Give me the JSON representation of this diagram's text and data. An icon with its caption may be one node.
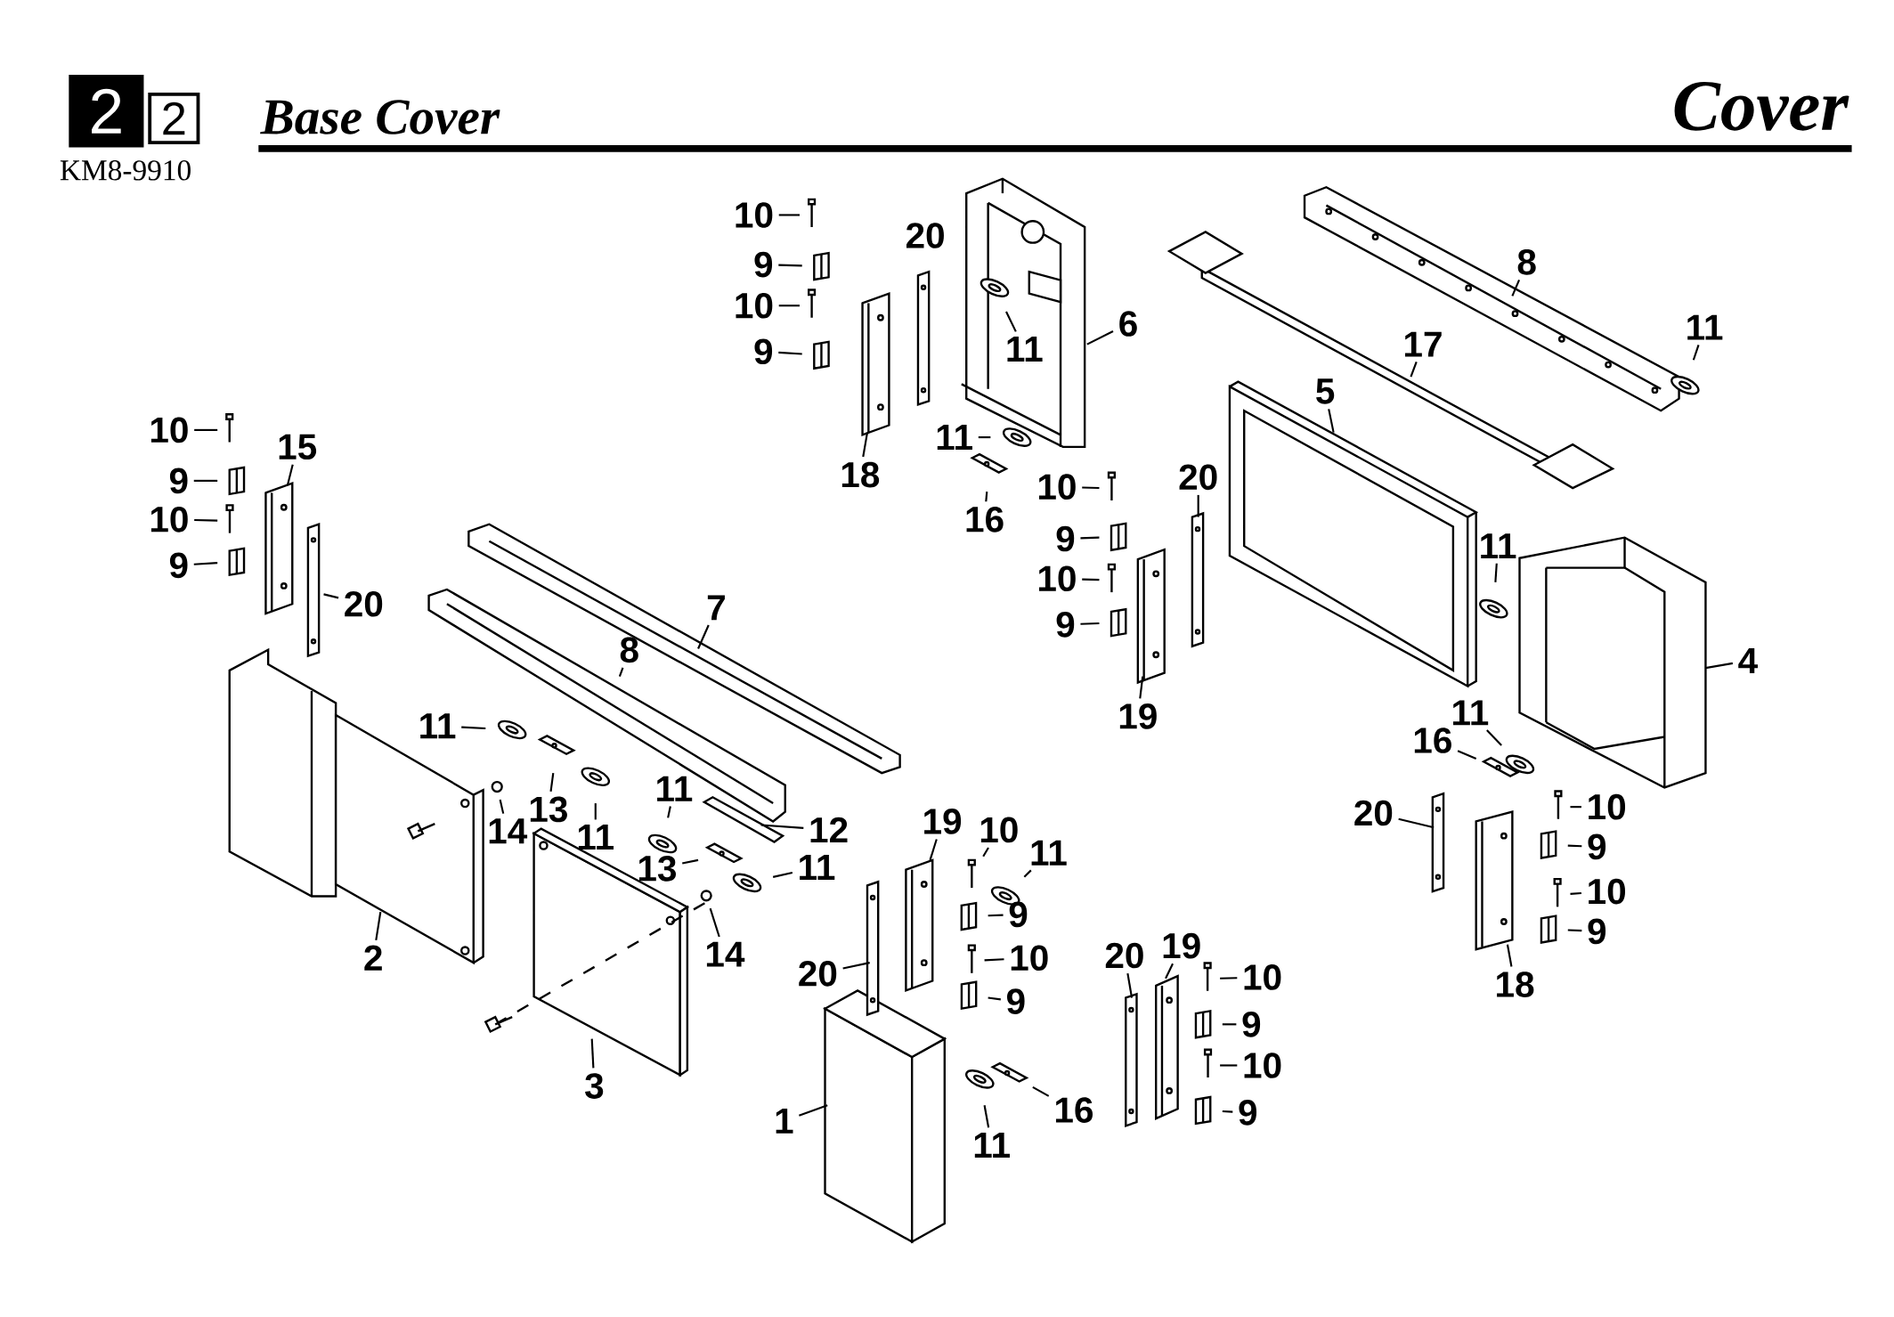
{
  "diagram": {
    "title": "Base Cover",
    "nodes": [
      {
        "text": [
          "10"
        ]
      },
      {
        "text": [
          "9"
        ]
      },
      {
        "text": [
          "10"
        ]
      },
      {
        "text": [
          "9"
        ]
      },
      {
        "text": [
          "20"
        ]
      },
      {
        "text": [
          "18"
        ]
      },
      {
        "text": [
          "11"
        ]
      },
      {
        "text": [
          "6"
        ]
      },
      {
        "text": [
          "8"
        ]
      },
      {
        "text": [
          "11"
        ]
      },
      {
        "text": [
          "17"
        ]
      },
      {
        "text": [
          "5"
        ]
      },
      {
        "text": [
          "11"
        ]
      },
      {
        "text": [
          "16"
        ]
      },
      {
        "text": [
          "10"
        ]
      },
      {
        "text": [
          "9"
        ]
      },
      {
        "text": [
          "10"
        ]
      },
      {
        "text": [
          "9"
        ]
      },
      {
        "text": [
          "20"
        ]
      },
      {
        "text": [
          "19"
        ]
      },
      {
        "text": [
          "11"
        ]
      },
      {
        "text": [
          "4"
        ]
      },
      {
        "text": [
          "10"
        ]
      },
      {
        "text": [
          "15"
        ]
      },
      {
        "text": [
          "9"
        ]
      },
      {
        "text": [
          "10"
        ]
      },
      {
        "text": [
          "9"
        ]
      },
      {
        "text": [
          "20"
        ]
      },
      {
        "text": [
          "7"
        ]
      },
      {
        "text": [
          "8"
        ]
      },
      {
        "text": [
          "11"
        ]
      },
      {
        "text": [
          "13"
        ]
      },
      {
        "text": [
          "14"
        ]
      },
      {
        "text": [
          "11"
        ]
      },
      {
        "text": [
          "11"
        ]
      },
      {
        "text": [
          "12"
        ]
      },
      {
        "text": [
          "13"
        ]
      },
      {
        "text": [
          "11"
        ]
      },
      {
        "text": [
          "14"
        ]
      },
      {
        "text": [
          "2"
        ]
      },
      {
        "text": [
          "3"
        ]
      },
      {
        "text": [
          "19"
        ]
      },
      {
        "text": [
          "10"
        ]
      },
      {
        "text": [
          "11"
        ]
      },
      {
        "text": [
          "9"
        ]
      },
      {
        "text": [
          "10"
        ]
      },
      {
        "text": [
          "9"
        ]
      },
      {
        "text": [
          "20"
        ]
      },
      {
        "text": [
          "1"
        ]
      },
      {
        "text": [
          "16"
        ]
      },
      {
        "text": [
          "11"
        ]
      },
      {
        "text": [
          "20"
        ]
      },
      {
        "text": [
          "19"
        ]
      },
      {
        "text": [
          "10"
        ]
      },
      {
        "text": [
          "9"
        ]
      },
      {
        "text": [
          "10"
        ]
      },
      {
        "text": [
          "9"
        ]
      },
      {
        "text": [
          "11"
        ]
      },
      {
        "text": [
          "16"
        ]
      },
      {
        "text": [
          "20"
        ]
      },
      {
        "text": [
          "10"
        ]
      },
      {
        "text": [
          "9"
        ]
      },
      {
        "text": [
          "10"
        ]
      },
      {
        "text": [
          "9"
        ]
      },
      {
        "text": [
          "18"
        ]
      }
    ],
    "edges": [
      {
        "from": 0,
        "to": null,
        "arrow": "none"
      },
      {
        "from": 1,
        "to": null,
        "arrow": "none"
      },
      {
        "from": 2,
        "to": null,
        "arrow": "none"
      },
      {
        "from": 3,
        "to": null,
        "arrow": "none"
      },
      {
        "from": 5,
        "to": null,
        "arrow": "none"
      },
      {
        "from": 6,
        "to": null,
        "arrow": "none"
      },
      {
        "from": 7,
        "to": null,
        "arrow": "none"
      },
      {
        "from": 8,
        "to": null,
        "arrow": "none"
      },
      {
        "from": 9,
        "to": null,
        "arrow": "none"
      },
      {
        "from": 10,
        "to": null,
        "arrow": "none"
      },
      {
        "from": 11,
        "to": null,
        "arrow": "none"
      },
      {
        "from": 12,
        "to": null,
        "arrow": "none"
      },
      {
        "from": 13,
        "to": null,
        "arrow": "none"
      },
      {
        "from": 14,
        "to": null,
        "arrow": "none"
      },
      {
        "from": 15,
        "to": null,
        "arrow": "none"
      },
      {
        "from": 16,
        "to": null,
        "arrow": "none"
      },
      {
        "from": 17,
        "to": null,
        "arrow": "none"
      },
      {
        "from": 18,
        "to": null,
        "arrow": "none"
      },
      {
        "from": 19,
        "to": null,
        "arrow": "none"
      },
      {
        "from": 20,
        "to": null,
        "arrow": "none"
      },
      {
        "from": 21,
        "to": null,
        "arrow": "none"
      },
      {
        "from": 22,
        "to": null,
        "arrow": "none"
      },
      {
        "from": 23,
        "to": null,
        "arrow": "none"
      },
      {
        "from": 24,
        "to": null,
        "arrow": "none"
      },
      {
        "from": 25,
        "to": null,
        "arrow": "none"
      },
      {
        "from": 26,
        "to": null,
        "arrow": "none"
      },
      {
        "from": 27,
        "to": null,
        "arrow": "none"
      },
      {
        "from": 28,
        "to": null,
        "arrow": "none"
      },
      {
        "from": 29,
        "to": null,
        "arrow": "none"
      },
      {
        "from": 30,
        "to": null,
        "arrow": "none"
      },
      {
        "from": 31,
        "to": null,
        "arrow": "none"
      },
      {
        "from": 32,
        "to": null,
        "arrow": "none"
      },
      {
        "from": 33,
        "to": null,
        "arrow": "none"
      },
      {
        "from": 34,
        "to": null,
        "arrow": "none"
      },
      {
        "from": 35,
        "to": null,
        "arrow": "none"
      },
      {
        "from": 36,
        "to": null,
        "arrow": "none"
      },
      {
        "from": 37,
        "to": null,
        "arrow": "none"
      },
      {
        "from": 38,
        "to": null,
        "arrow": "none"
      },
      {
        "from": 39,
        "to": null,
        "arrow": "none"
      },
      {
        "from": 40,
        "to": null,
        "arrow": "none"
      },
      {
        "from": 41,
        "to": null,
        "arrow": "none"
      },
      {
        "from": 42,
        "to": null,
        "arrow": "none"
      },
      {
        "from": 43,
        "to": null,
        "arrow": "none"
      },
      {
        "from": 44,
        "to": null,
        "arrow": "none"
      },
      {
        "from": 45,
        "to": null,
        "arrow": "none"
      },
      {
        "from": 46,
        "to": null,
        "arrow": "none"
      },
      {
        "from": 47,
        "to": null,
        "arrow": "none"
      },
      {
        "from": 48,
        "to": null,
        "arrow": "none"
      },
      {
        "from": 49,
        "to": null,
        "arrow": "none"
      },
      {
        "from": 50,
        "to": null,
        "arrow": "none"
      },
      {
        "from": 51,
        "to": null,
        "arrow": "none"
      },
      {
        "from": 52,
        "to": null,
        "arrow": "none"
      },
      {
        "from": 53,
        "to": null,
        "arrow": "none"
      },
      {
        "from": 54,
        "to": null,
        "arrow": "none"
      },
      {
        "from": 55,
        "to": null,
        "arrow": "none"
      },
      {
        "from": 56,
        "to": null,
        "arrow": "none"
      },
      {
        "from": 57,
        "to": null,
        "arrow": "none"
      },
      {
        "from": 58,
        "to": null,
        "arrow": "none"
      },
      {
        "from": 59,
        "to": null,
        "arrow": "none"
      },
      {
        "from": 60,
        "to": null,
        "arrow": "none"
      },
      {
        "from": 61,
        "to": null,
        "arrow": "none"
      },
      {
        "from": 62,
        "to": null,
        "arrow": "none"
      },
      {
        "from": 63,
        "to": null,
        "arrow": "none"
      },
      {
        "from": 64,
        "to": null,
        "arrow": "none"
      }
    ],
    "labels": [
      "2",
      "2",
      "Cover",
      "KM8-9910"
    ]
  }
}
